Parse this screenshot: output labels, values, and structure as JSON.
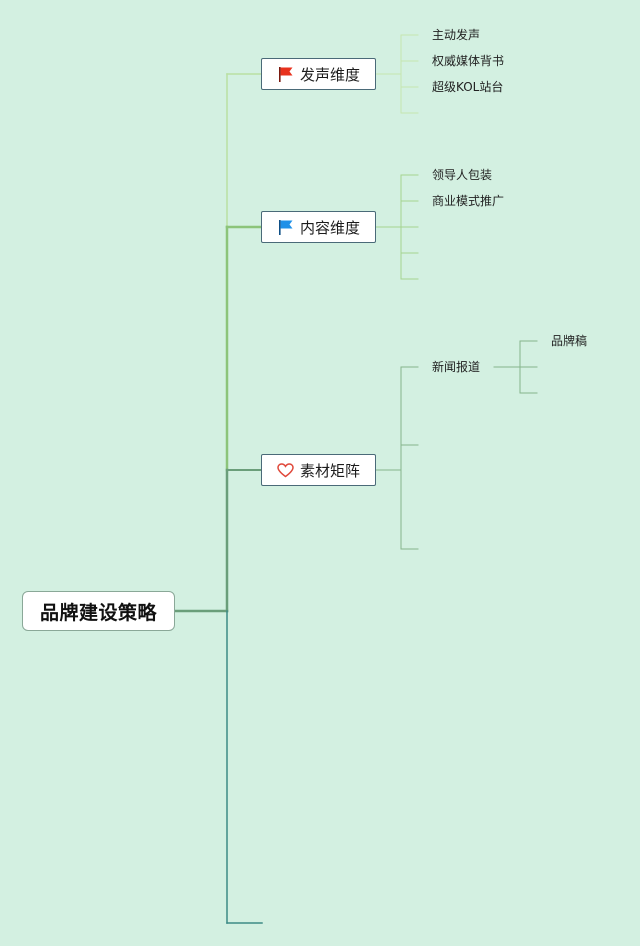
{
  "mindmap": {
    "root": {
      "label": "品牌建设策略"
    },
    "branches": [
      {
        "label": "发声维度",
        "icon": "red-flag-icon",
        "icon_color": "#e8311d",
        "children": [
          "主动发声",
          "权威媒体背书",
          "超级KOL站台"
        ]
      },
      {
        "label": "内容维度",
        "icon": "blue-flag-icon",
        "icon_color": "#1e90e8",
        "children": [
          "领导人包装",
          "商业模式推广"
        ]
      },
      {
        "label": "素材矩阵",
        "icon": "heart-outline-icon",
        "icon_color": "#e0483a",
        "children": [
          "新闻报道"
        ],
        "grandchildren": [
          "品牌稿"
        ]
      }
    ]
  },
  "colors": {
    "background": "#d3f0e1",
    "line_light": "#b9e0a2",
    "line_mid": "#8cc47a",
    "line_dark": "#6a9e7a",
    "line_teal": "#3d8a86"
  }
}
